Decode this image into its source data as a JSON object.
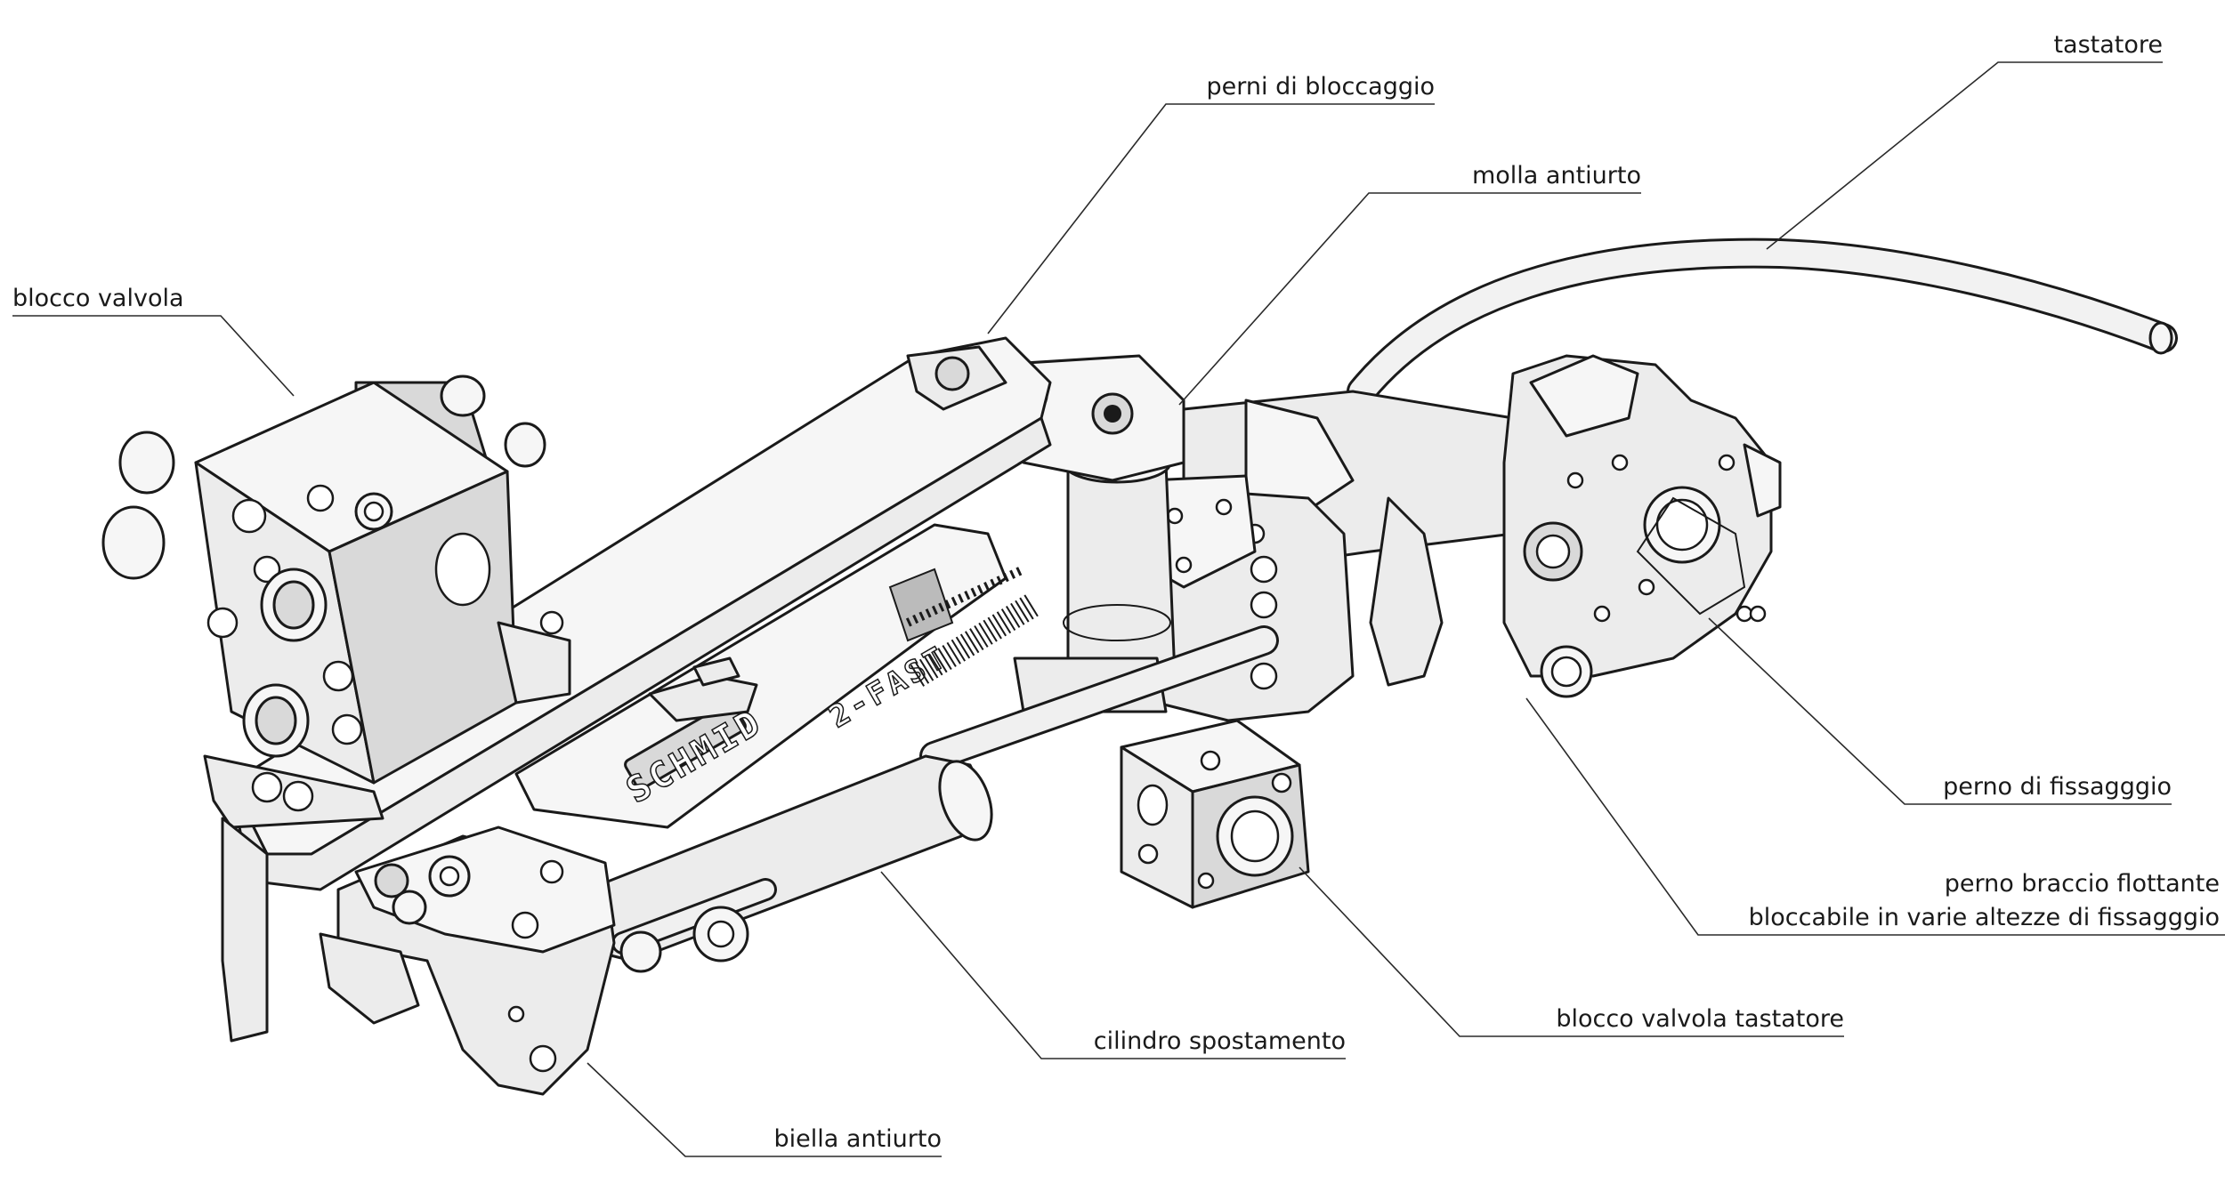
{
  "figure": {
    "labels": {
      "blocco_valvola": "blocco valvola",
      "perni_di_bloccaggio": "perni di bloccaggio",
      "molla_antiurto": "molla antiurto",
      "tastatore": "tastatore",
      "perno_di_fissagggio": "perno di fissagggio",
      "perno_braccio_flottante_1": "perno braccio flottante",
      "perno_braccio_flottante_2": "bloccabile in varie altezze di fissagggio",
      "blocco_valvola_tastatore": "blocco valvola tastatore",
      "cilindro_spostamento": "cilindro spostamento",
      "biella_antiurto": "biella antiurto"
    },
    "embossed_text": {
      "brand": "SCHMID",
      "model": "2-FAST"
    }
  }
}
